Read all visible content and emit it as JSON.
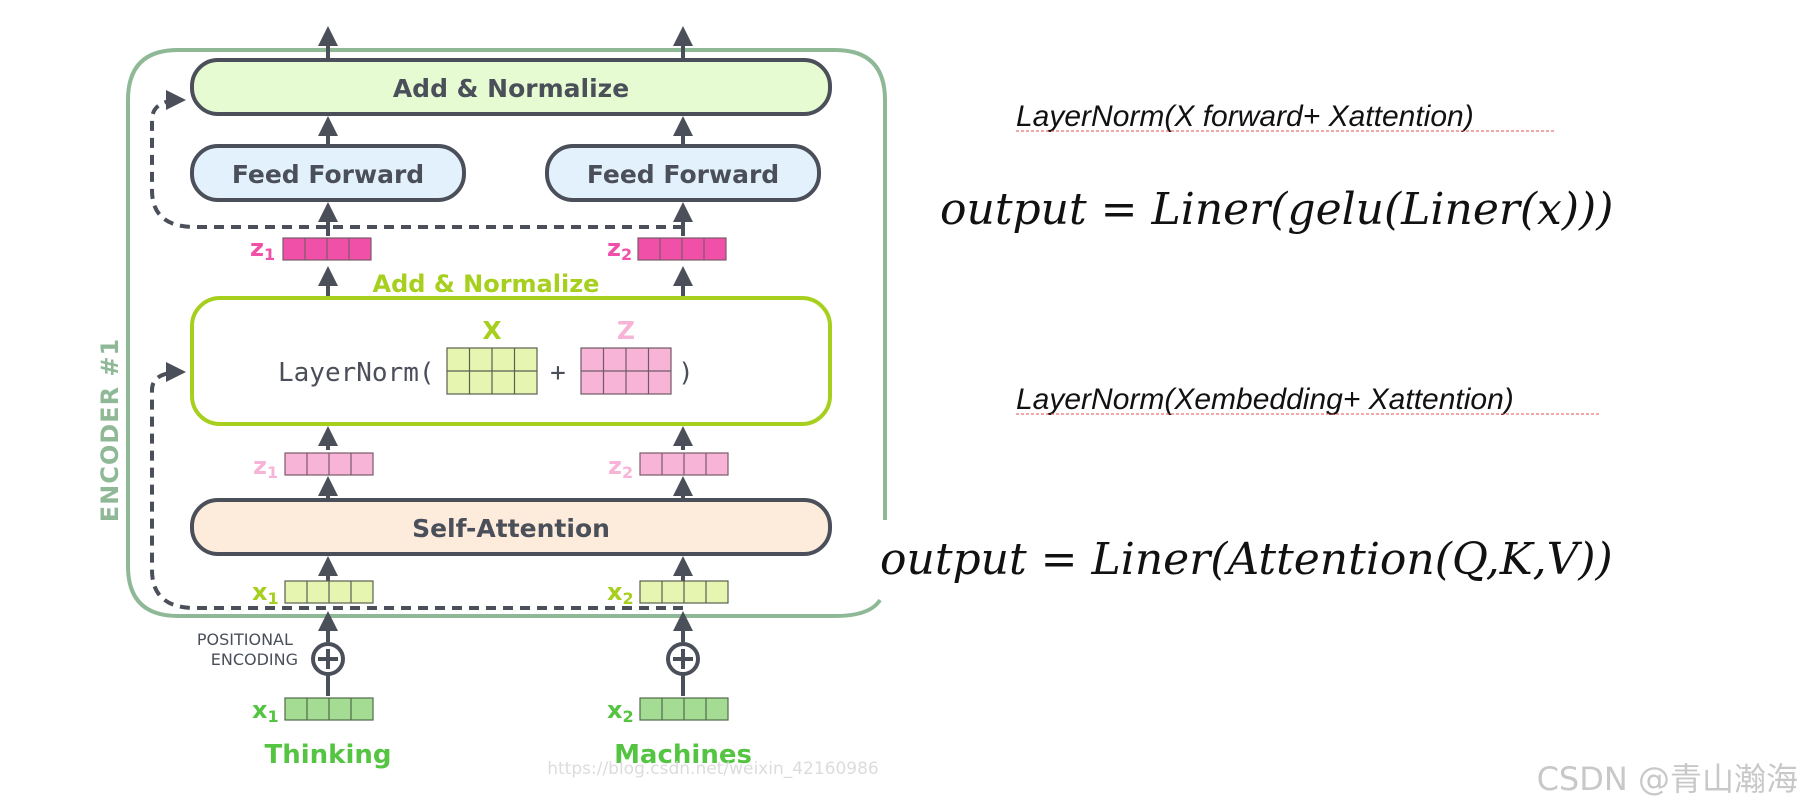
{
  "encoder": {
    "label": "ENCODER #1",
    "add_normalize_top": "Add & Normalize",
    "feed_forward_1": "Feed Forward",
    "feed_forward_2": "Feed Forward",
    "add_normalize_mid_title": "Add & Normalize",
    "layernorm_open": "LayerNorm(",
    "plus": "+",
    "close_paren": ")",
    "x_matrix_label": "X",
    "z_matrix_label": "Z",
    "self_attention": "Self-Attention",
    "positional_encoding_line1": "POSITIONAL",
    "positional_encoding_line2": "ENCODING",
    "tokens": [
      {
        "word": "Thinking",
        "x_var": "x",
        "x_sub": "1",
        "z_var": "z",
        "z_sub": "1"
      },
      {
        "word": "Machines",
        "x_var": "x",
        "x_sub": "2",
        "z_var": "z",
        "z_sub": "2"
      }
    ],
    "watermark_url": "https://blog.csdn.net/weixin_42160986"
  },
  "annotations": {
    "caption_top": "LayerNorm(X forward+ Xattention)",
    "formula_top": "output = Liner(gelu(Liner(x)))",
    "caption_bottom": "LayerNorm(Xembedding+ Xattention)",
    "formula_bottom": "output = Liner(Attention(Q,K,V))"
  },
  "footer": {
    "credit": "CSDN @青山瀚海"
  },
  "colors": {
    "encoder_border": "#8fb996",
    "add_norm_fill": "#e6fbd1",
    "feed_forward_fill": "#e3f1fd",
    "self_attention_fill": "#fdecdc",
    "lime": "#a6cf1e",
    "z_dark_pink": "#f050a8",
    "z_light_pink": "#f7b4d7",
    "x_light_green": "#e6f6b0",
    "x_embed_green": "#a5dc94",
    "token_green": "#55c442",
    "box_stroke": "#4a4f59"
  }
}
